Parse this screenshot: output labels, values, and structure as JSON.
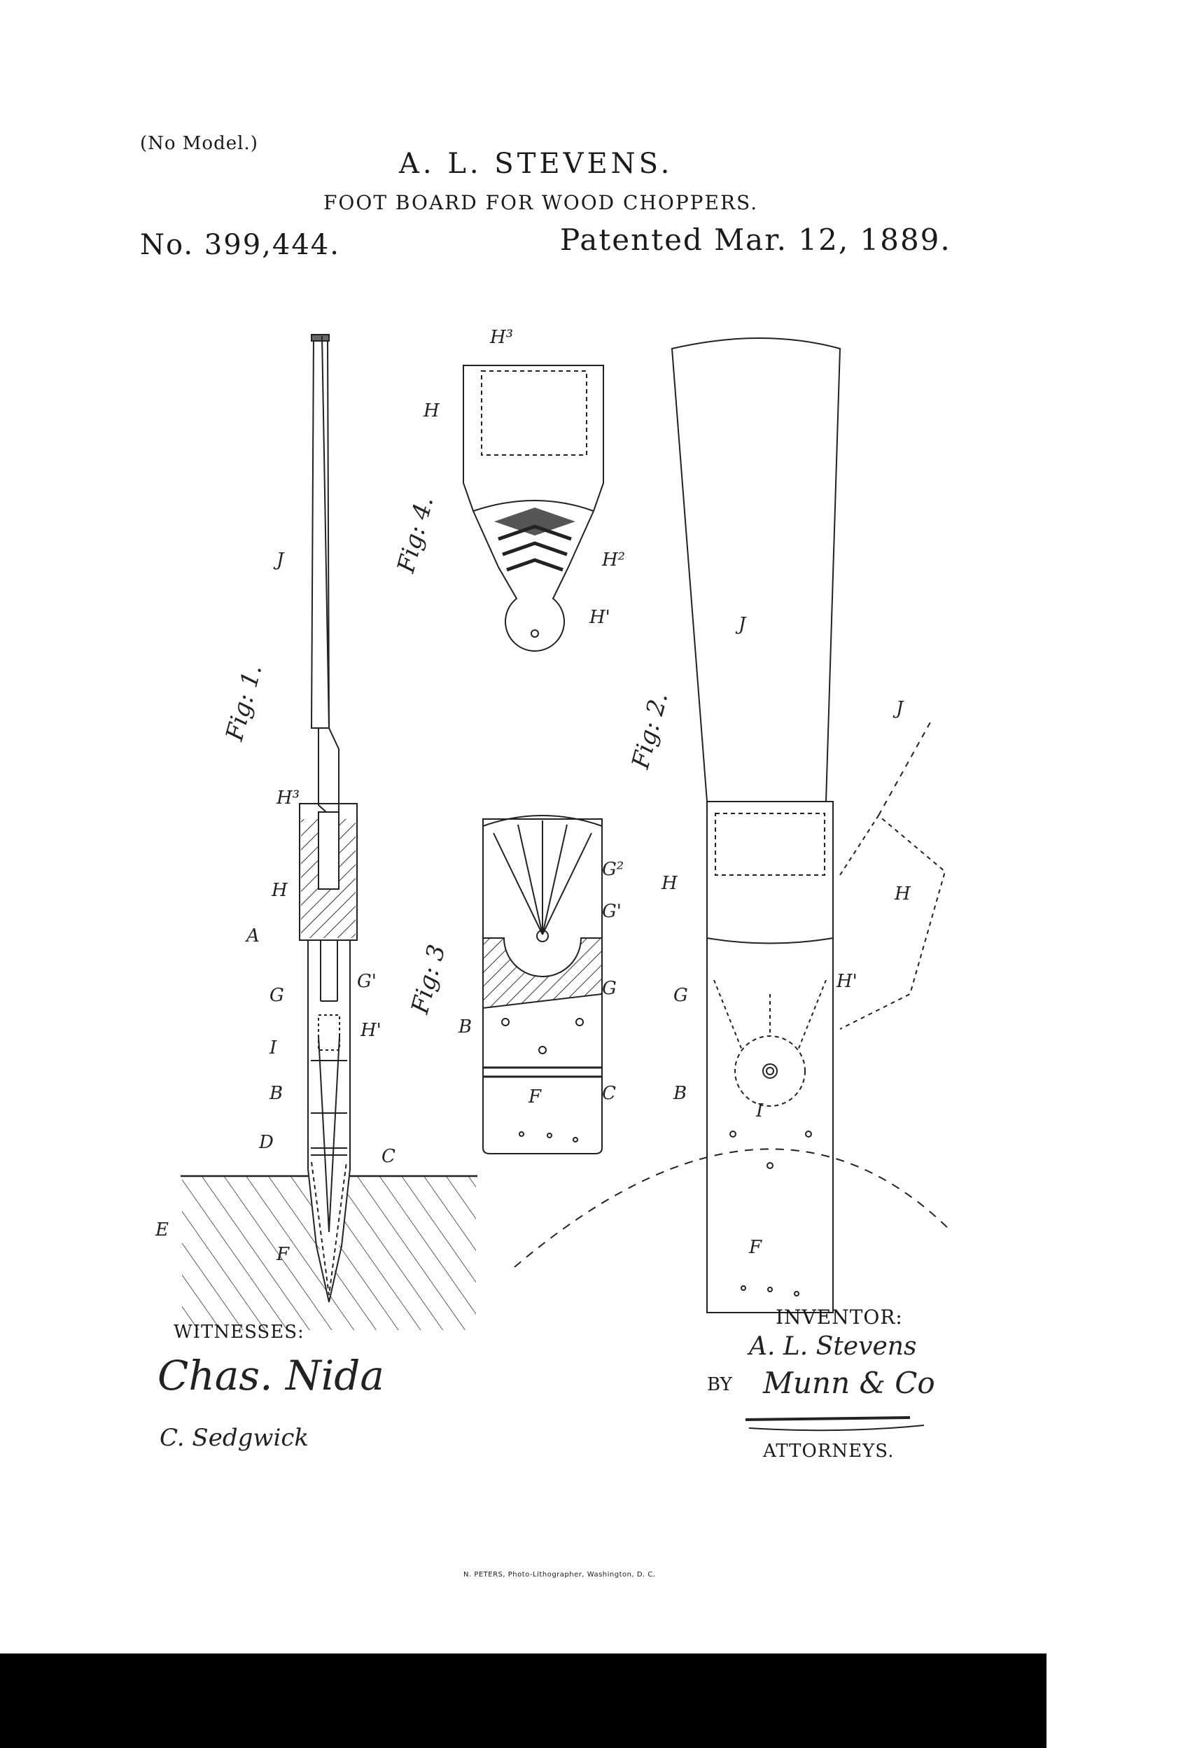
{
  "header": {
    "no_model": "(No Model.)",
    "inventor_name": "A. L. STEVENS.",
    "title": "FOOT BOARD FOR WOOD CHOPPERS.",
    "patent_number": "No. 399,444.",
    "patent_date": "Patented Mar. 12, 1889."
  },
  "figures": {
    "fig1": "Fig: 1.",
    "fig2": "Fig: 2.",
    "fig3": "Fig: 3",
    "fig4": "Fig: 4."
  },
  "reference_letters": {
    "J": "J",
    "H": "H",
    "H1": "H'",
    "H2": "H²",
    "H3": "H³",
    "A": "A",
    "G": "G",
    "G1": "G'",
    "G2": "G²",
    "I": "I",
    "B": "B",
    "D": "D",
    "C": "C",
    "E": "E",
    "F": "F"
  },
  "footer": {
    "witnesses_label": "WITNESSES:",
    "witness1_signature": "Chas. Nida",
    "witness2_signature": "C. Sedgwick",
    "inventor_label": "INVENTOR:",
    "inventor_signature": "A. L. Stevens",
    "by_label": "BY",
    "attorney_signature": "Munn & Co",
    "attorneys_label": "ATTORNEYS.",
    "printer_credit": "N. PETERS, Photo-Lithographer, Washington, D. C."
  }
}
